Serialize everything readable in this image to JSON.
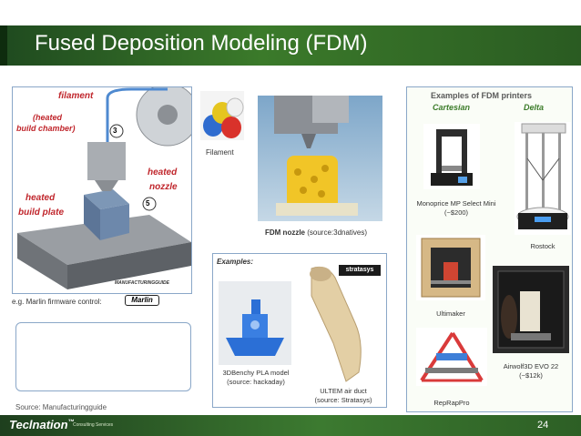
{
  "slide": {
    "title": "Fused Deposition Modeling (FDM)",
    "page_number": "24",
    "source": "Source: Manufacturingguide"
  },
  "diagram": {
    "labels": {
      "filament": "filament",
      "chamber_line1": "(heated",
      "chamber_line2": "build chamber)",
      "nozzle_line1": "heated",
      "nozzle_line2": "nozzle",
      "plate_line1": "heated",
      "plate_line2": "build plate"
    },
    "markers": [
      "3",
      "5"
    ],
    "watermark": "MANUFACTURINGGUIDE"
  },
  "firmware": {
    "text": "e.g. Marlin firmware control:",
    "logo_text": "Marlin"
  },
  "filament_caption": "Filament",
  "nozzle_caption": {
    "bold": "FDM nozzle",
    "rest": " (source:3dnatives)"
  },
  "examples": {
    "heading": "Examples:",
    "benchy_line1": "3DBenchy PLA model",
    "benchy_line2": "(source: hackaday)",
    "duct_line1": "ULTEM air duct",
    "duct_line2": "(source: Stratasys)",
    "stratasys_logo": "stratasys"
  },
  "printers": {
    "heading": "Examples of FDM printers",
    "cartesian": "Cartesian",
    "delta": "Delta",
    "monoprice_line1": "Monoprice MP Select Mini",
    "monoprice_line2": "(~$200)",
    "rostock": "Rostock",
    "ultimaker": "Ultimaker",
    "airwolf_line1": "Airwolf3D EVO 22",
    "airwolf_line2": "(~$12k)",
    "repraprpo": "RepRapPro"
  },
  "footer": {
    "logo": "Teclnation",
    "tm": "™",
    "tagline": "Consulting Services"
  },
  "colors": {
    "title_bar": "#3b7a2a",
    "label_red": "#c0262c",
    "panel_border": "#8aa7c8",
    "accent_green": "#3c7c2a"
  }
}
